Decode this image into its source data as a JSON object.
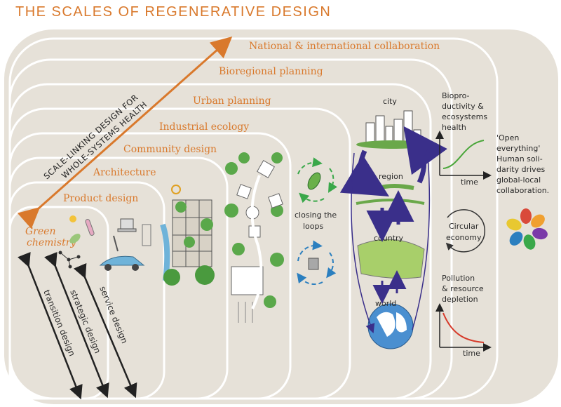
{
  "title": "THE SCALES OF REGENERATIVE DESIGN",
  "scales": [
    "National & international collaboration",
    "Bioregional planning",
    "Urban planning",
    "Industrial ecology",
    "Community design",
    "Architecture",
    "Product design",
    "Green chemistry"
  ],
  "diagonal_label": [
    "SCALE-LINKING DESIGN FOR",
    "WHOLE-SYSTEMS HEALTH"
  ],
  "closing_loops": "closing the loops",
  "city_scales": {
    "city": "city",
    "region": "region",
    "country": "country",
    "world": "world"
  },
  "panels": {
    "bioproductivity": [
      "Biopro-",
      "ductivity &",
      "ecosystems",
      "health"
    ],
    "time_1": "time",
    "circular_economy": [
      "Circular",
      "economy"
    ],
    "pollution": [
      "Pollution",
      "& resource",
      "depletion"
    ],
    "time_2": "time"
  },
  "open_everything": [
    "'Open",
    "everything'",
    "Human soli-",
    "darity drives",
    "global-local",
    "collaboration."
  ],
  "side_labels": [
    "transition design",
    "strategic design",
    "service design"
  ],
  "colors": {
    "accent_orange": "#d9792c",
    "background_panel": "#e6e1d8",
    "ring_white": "#ffffff",
    "loop_green": "#3aa84a",
    "loop_blue": "#2b7fbf",
    "arrow_navy": "#3a2f8a",
    "curve_green": "#4aa63a",
    "curve_red": "#d63a2a"
  }
}
